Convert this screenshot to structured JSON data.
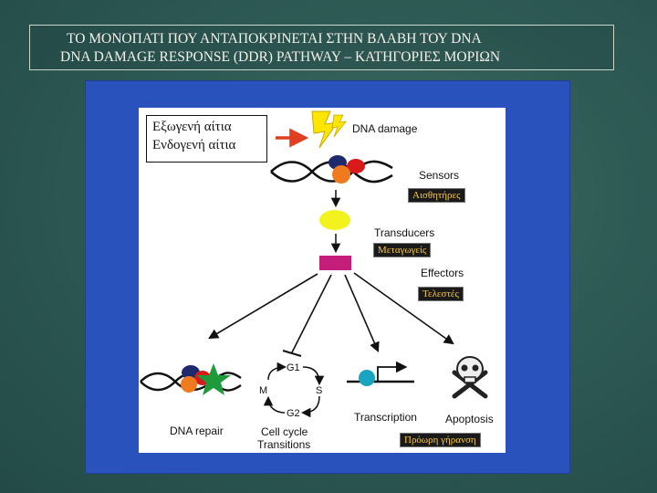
{
  "title": {
    "line1": "ΤΟ ΜΟΝΟΠΑΤΙ ΠΟΥ ΑΝΤΑΠΟΚΡΙΝΕΤΑΙ ΣΤΗΝ ΒΛΑΒΗ ΤΟΥ DNA",
    "line2": "DNA DAMAGE RESPONSE (DDR) PATHWAY – ΚΑΤΗΓΟΡΙΕΣ ΜΟΡΙΩΝ"
  },
  "causes": {
    "exogenous": "Εξωγενή αίτια",
    "endogenous": "Ενδογενή αίτια"
  },
  "diagram": {
    "dna_damage": "DNA damage",
    "sensors": "Sensors",
    "transducers": "Transducers",
    "effectors": "Effectors",
    "dna_repair": "DNA repair",
    "cell_cycle_line1": "Cell cycle",
    "cell_cycle_line2": "Transitions",
    "transcription": "Transcription",
    "apoptosis": "Apoptosis",
    "phase_g1": "G1",
    "phase_m": "M",
    "phase_s": "S",
    "phase_g2": "G2"
  },
  "greek_labels": {
    "sensors": "Αισθητήρες",
    "transducers": "Μεταγωγείς",
    "effectors": "Τελεστές",
    "aging": "Πρόωρη γήρανση"
  },
  "colors": {
    "panel_blue": "#2a52bd",
    "sensor_navy": "#1f2a6e",
    "sensor_orange": "#f07a1e",
    "sensor_red": "#d91a1a",
    "transducer_yellow": "#f2f21f",
    "effector_magenta": "#c41e7a",
    "repair_green": "#1e9a3a",
    "transcription_teal": "#19a5c2",
    "arrow_red": "#e04020",
    "lightning_yellow": "#ffe600"
  }
}
